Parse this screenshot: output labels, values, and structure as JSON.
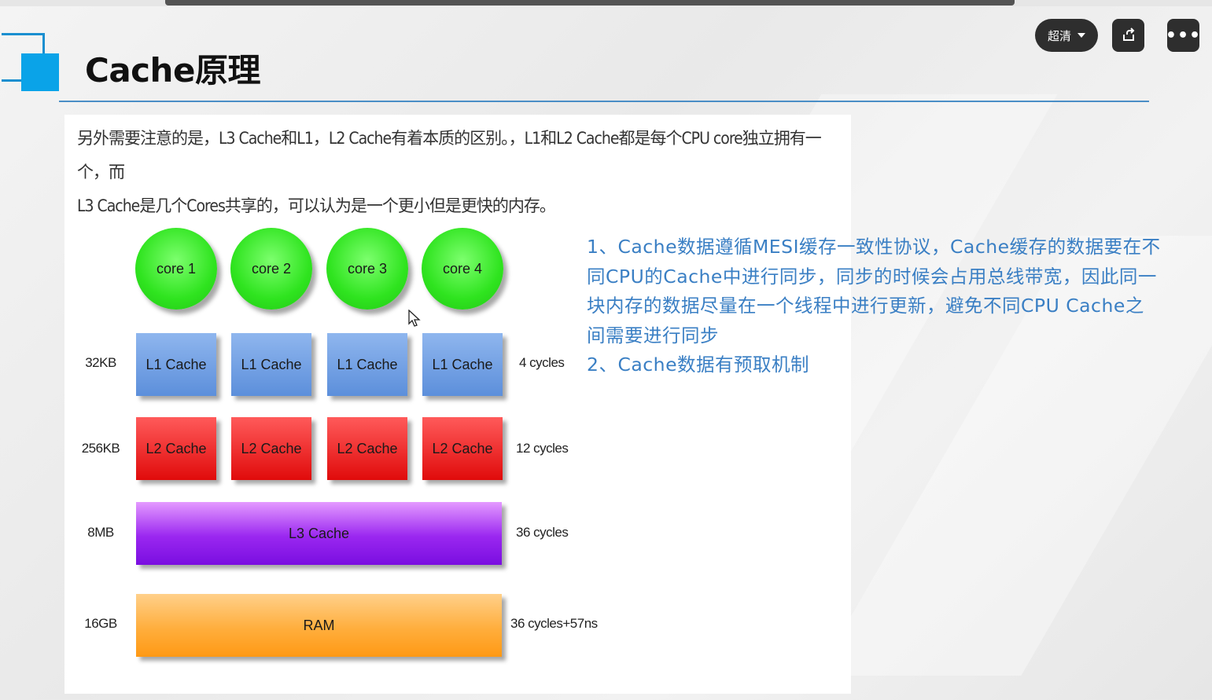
{
  "slide": {
    "title": "Cache原理",
    "intro_line1": "另外需要注意的是，L3 Cache和L1，L2 Cache有着本质的区别。，L1和L2 Cache都是每个CPU core独立拥有一个，而",
    "intro_line2": "L3 Cache是几个Cores共享的，可以认为是一个更小但是更快的内存。"
  },
  "controls": {
    "quality_label": "超清",
    "more_label": "•••"
  },
  "diagram": {
    "cores": [
      "core 1",
      "core 2",
      "core 3",
      "core 4"
    ],
    "l1": {
      "label": "L1 Cache",
      "size": "32KB",
      "latency": "4 cycles"
    },
    "l2": {
      "label": "L2 Cache",
      "size": "256KB",
      "latency": "12 cycles"
    },
    "l3": {
      "label": "L3 Cache",
      "size": "8MB",
      "latency": "36 cycles"
    },
    "ram": {
      "label": "RAM",
      "size": "16GB",
      "latency": "36 cycles+57ns"
    }
  },
  "notes": {
    "point1": "1、Cache数据遵循MESI缓存一致性协议，Cache缓存的数据要在不同CPU的Cache中进行同步，同步的时候会占用总线带宽，因此同一块内存的数据尽量在一个线程中进行更新，避免不同CPU Cache之间需要进行同步",
    "point2": "2、Cache数据有预取机制"
  },
  "colors": {
    "accent_blue": "#0aa3e8",
    "note_text": "#3a7fc4",
    "core_green": "#2fe41f",
    "l1_blue": "#5c8fdb",
    "l2_red": "#e00b0b",
    "l3_purple": "#9a27f0",
    "ram_orange": "#ffae3d"
  }
}
